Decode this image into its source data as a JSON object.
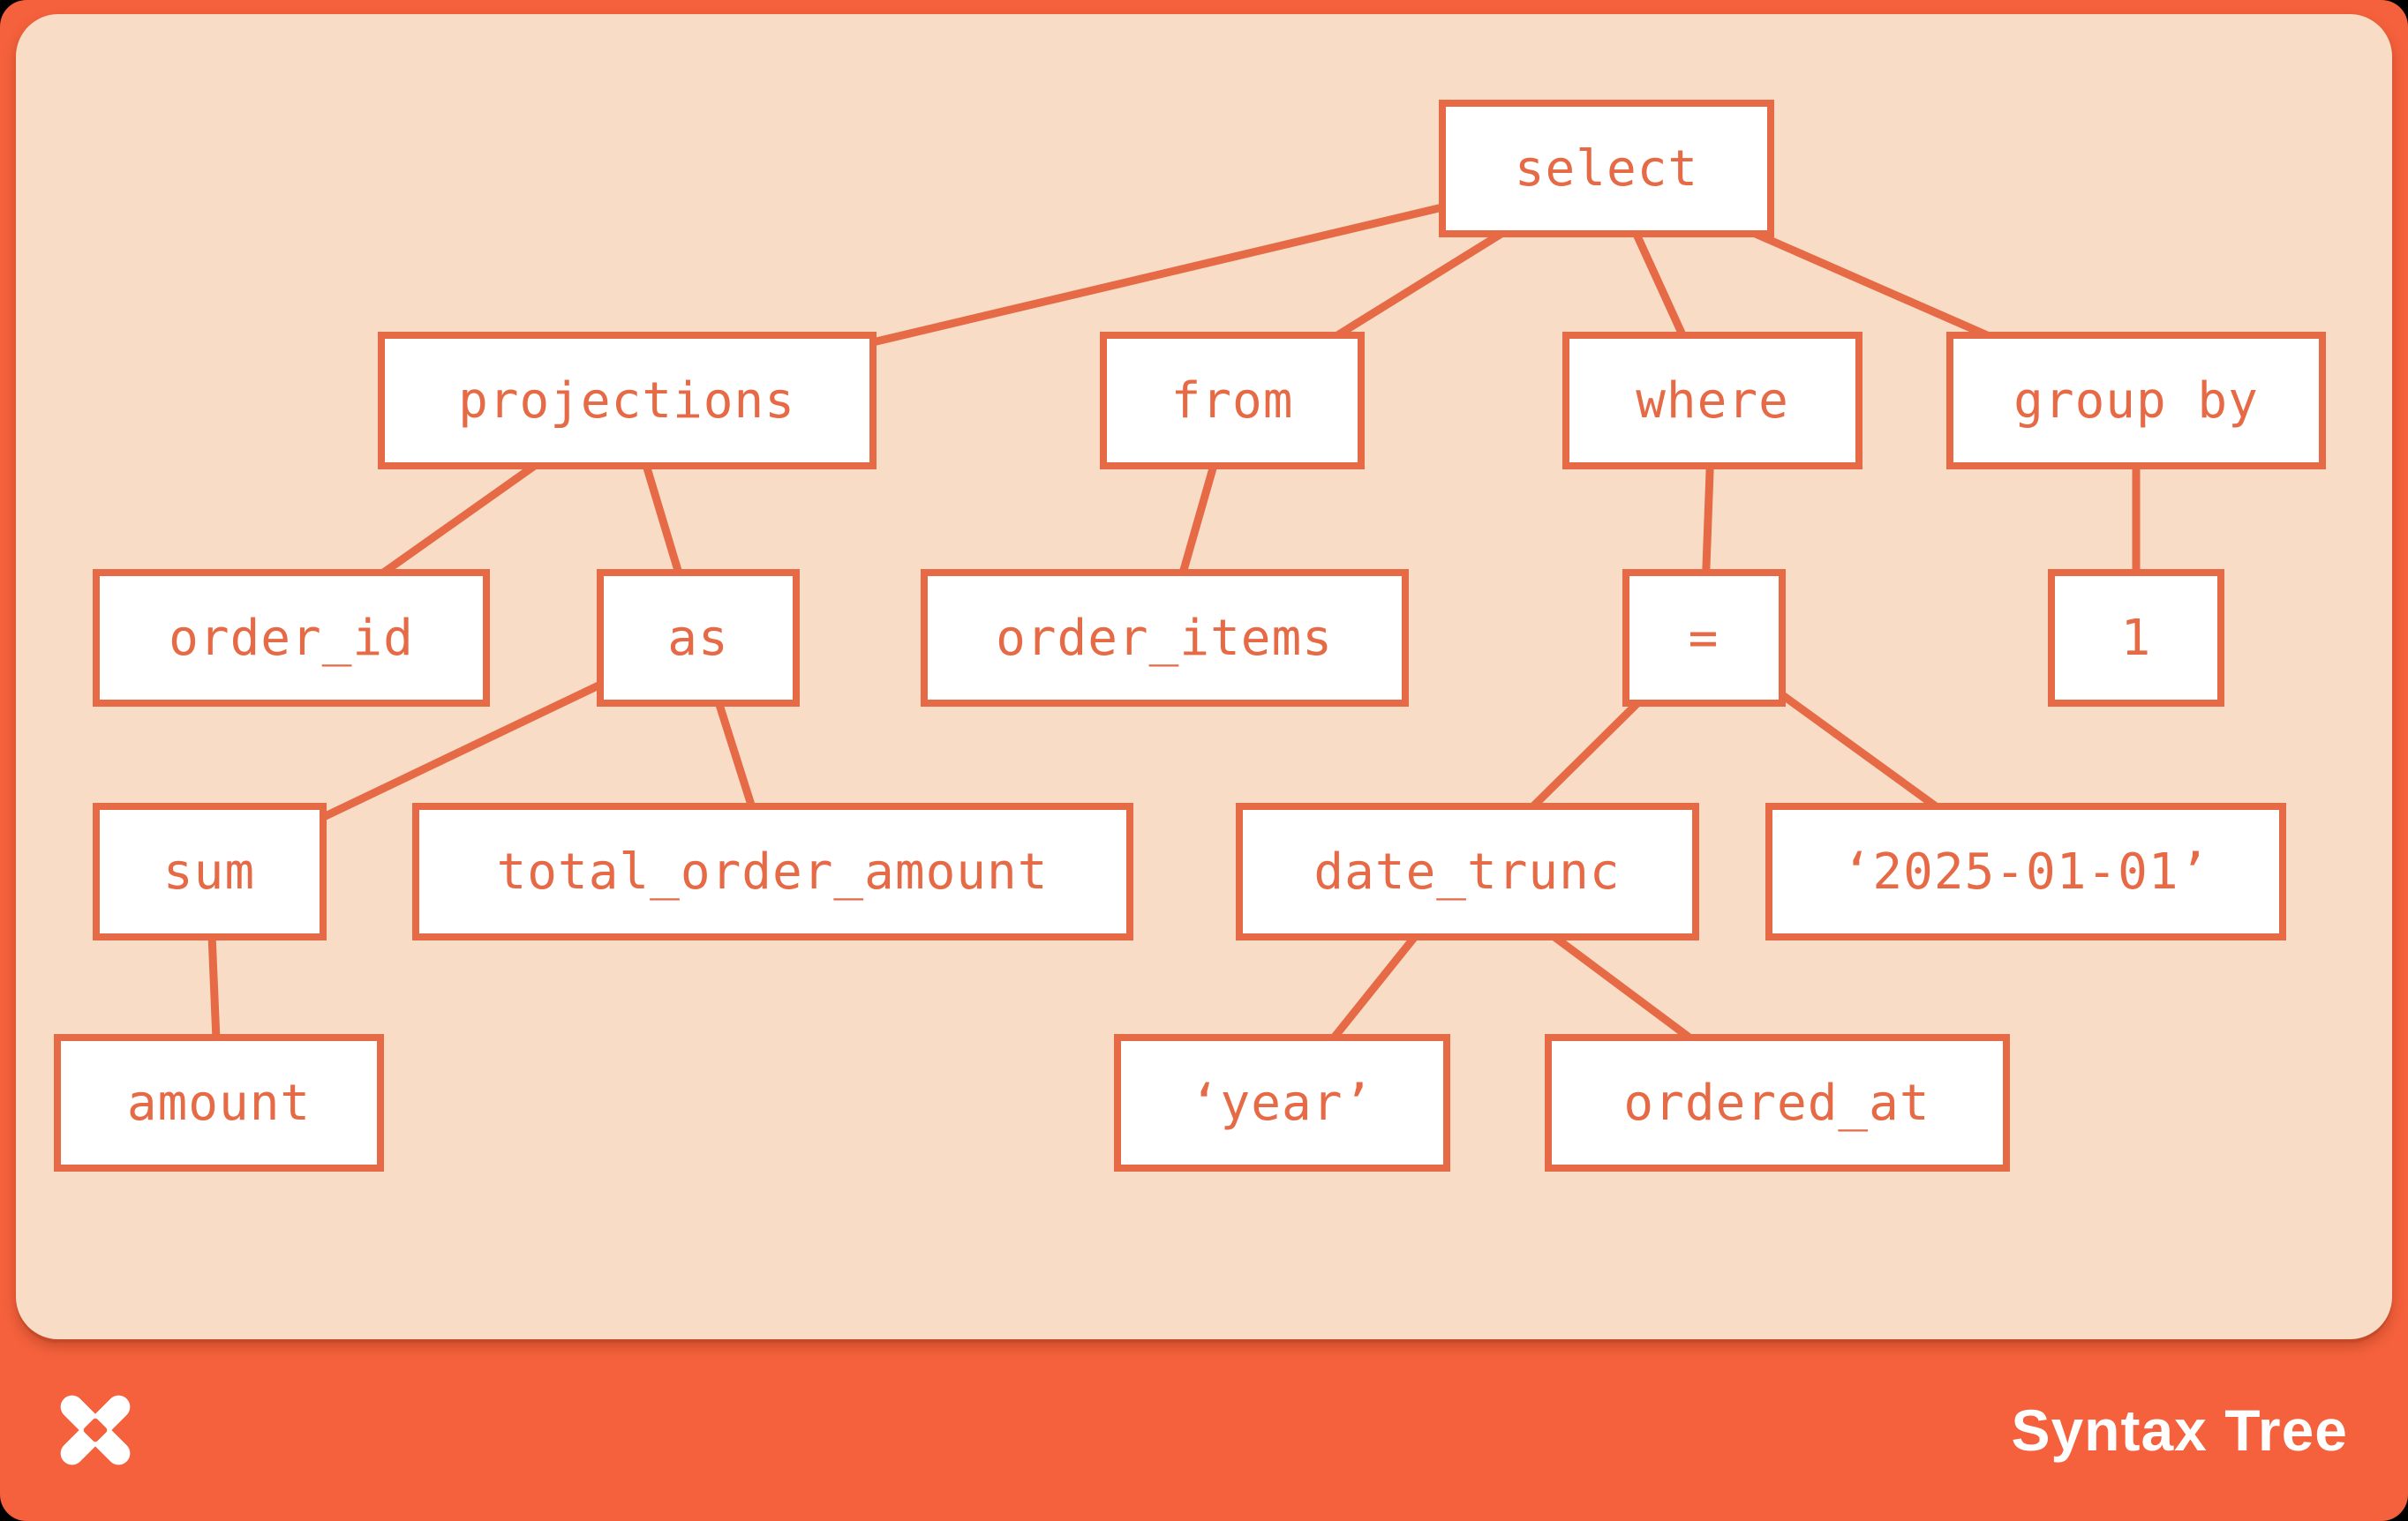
{
  "footer": {
    "label": "Syntax Tree",
    "logo_icon": "pinwheel-x-logo-icon"
  },
  "colors": {
    "background": "#f4613c",
    "panel": "#f8dcc5",
    "accent": "#e56a45",
    "node_fill": "#ffffff",
    "footer_text": "#ffffff"
  },
  "tree": {
    "nodes": [
      {
        "id": "select",
        "label": "select"
      },
      {
        "id": "projections",
        "label": "projections"
      },
      {
        "id": "from",
        "label": "from"
      },
      {
        "id": "where",
        "label": "where"
      },
      {
        "id": "group_by",
        "label": "group by"
      },
      {
        "id": "order_id",
        "label": "order_id"
      },
      {
        "id": "as",
        "label": "as"
      },
      {
        "id": "order_items",
        "label": "order_items"
      },
      {
        "id": "eq",
        "label": "="
      },
      {
        "id": "one",
        "label": "1"
      },
      {
        "id": "sum",
        "label": "sum"
      },
      {
        "id": "total_order_amount",
        "label": "total_order_amount"
      },
      {
        "id": "date_trunc",
        "label": "date_trunc"
      },
      {
        "id": "date_literal",
        "label": "‘2025-01-01’"
      },
      {
        "id": "amount",
        "label": "amount"
      },
      {
        "id": "year_literal",
        "label": "‘year’"
      },
      {
        "id": "ordered_at",
        "label": "ordered_at"
      }
    ],
    "edges": [
      [
        "select",
        "projections"
      ],
      [
        "select",
        "from"
      ],
      [
        "select",
        "where"
      ],
      [
        "select",
        "group_by"
      ],
      [
        "projections",
        "order_id"
      ],
      [
        "projections",
        "as"
      ],
      [
        "from",
        "order_items"
      ],
      [
        "where",
        "eq"
      ],
      [
        "group_by",
        "one"
      ],
      [
        "as",
        "sum"
      ],
      [
        "as",
        "total_order_amount"
      ],
      [
        "eq",
        "date_trunc"
      ],
      [
        "eq",
        "date_literal"
      ],
      [
        "sum",
        "amount"
      ],
      [
        "date_trunc",
        "year_literal"
      ],
      [
        "date_trunc",
        "ordered_at"
      ]
    ]
  }
}
